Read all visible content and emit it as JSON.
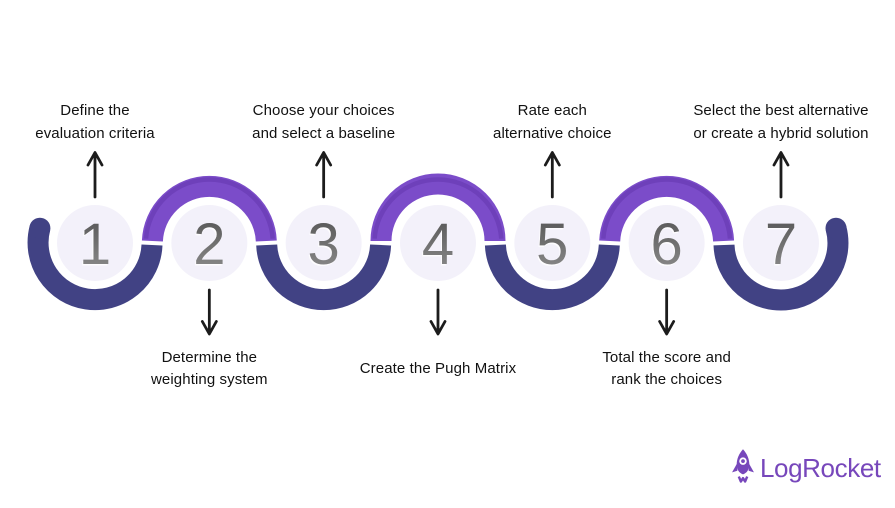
{
  "diagram": {
    "name": "Pugh Matrix process steps",
    "steps": [
      {
        "number": "1",
        "label": "Define the\nevaluation criteria",
        "label_position": "top",
        "arc_color": "navy"
      },
      {
        "number": "2",
        "label": "Determine the\nweighting system",
        "label_position": "bottom",
        "arc_color": "purple"
      },
      {
        "number": "3",
        "label": "Choose your choices\nand select a baseline",
        "label_position": "top",
        "arc_color": "navy"
      },
      {
        "number": "4",
        "label": "Create the Pugh Matrix",
        "label_position": "bottom",
        "arc_color": "purple"
      },
      {
        "number": "5",
        "label": "Rate each\nalternative choice",
        "label_position": "top",
        "arc_color": "navy"
      },
      {
        "number": "6",
        "label": "Total the score and\nrank the choices",
        "label_position": "bottom",
        "arc_color": "purple"
      },
      {
        "number": "7",
        "label": "Select the best alternative\nor create a hybrid solution",
        "label_position": "top",
        "arc_color": "navy"
      }
    ],
    "colors": {
      "navy": "#414284",
      "purple": "#7b4cc9",
      "purple_rim": "#6233ab",
      "circle_fill": "#f3f1fa",
      "number_top": "#525252",
      "number_bottom": "#909090",
      "number_highlight": "#ffffff",
      "label_text": "#111111",
      "arrow": "#1c1c1c"
    }
  },
  "logo": {
    "text": "LogRocket",
    "icon": "rocket-icon",
    "color": "#7747bb"
  }
}
